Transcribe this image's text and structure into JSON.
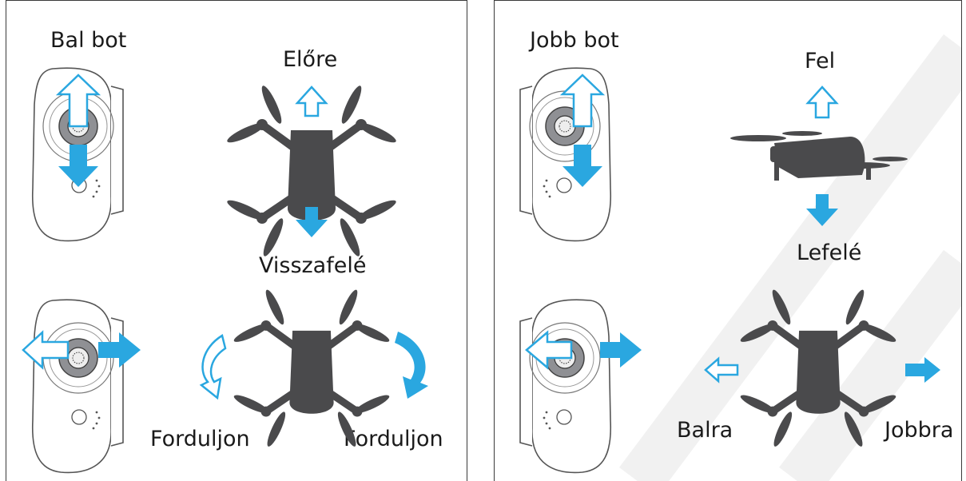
{
  "left_panel": {
    "stick_label": "Bal bot",
    "forward_label": "Előre",
    "backward_label": "Visszafelé",
    "rotate_left_label": "Forduljon",
    "rotate_right_label": "Forduljon"
  },
  "right_panel": {
    "stick_label": "Jobb bot",
    "up_label": "Fel",
    "down_label": "Lefelé",
    "left_label": "Balra",
    "right_label": "Jobbra"
  },
  "colors": {
    "accent_blue": "#2aa7e0",
    "outline_blue": "#2aa7e0",
    "drone_gray": "#4a4a4c",
    "border": "#3a3a3a"
  }
}
